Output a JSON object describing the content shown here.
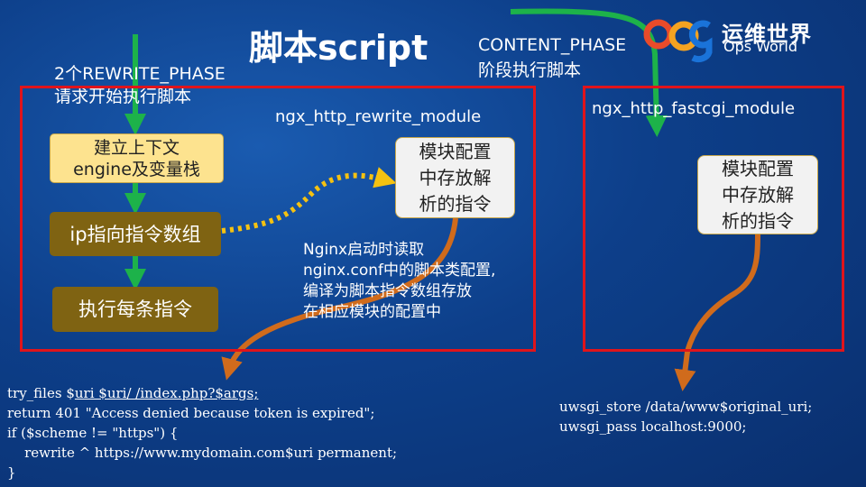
{
  "title": "脚本script",
  "left_phase": {
    "line1": "2个REWRITE_PHASE",
    "line2": "请求开始执行脚本"
  },
  "right_phase": {
    "line1": "CONTENT_PHASE",
    "line2": "阶段执行脚本"
  },
  "logo": {
    "cn": "运维世界",
    "en": "Ops World"
  },
  "modules": {
    "rewrite": "ngx_http_rewrite_module",
    "fastcgi": "ngx_http_fastcgi_module"
  },
  "steps": {
    "step1_line1": "建立上下文",
    "step1_line2": "engine及变量栈",
    "step2": "ip指向指令数组",
    "step3": "执行每条指令"
  },
  "config_note": {
    "line1": "模块配置",
    "line2": "中存放解",
    "line3": "析的指令"
  },
  "description": {
    "line1": "Nginx启动时读取",
    "line2": "nginx.conf中的脚本类配置,",
    "line3": "编译为脚本指令数组存放",
    "line4": "在相应模块的配置中"
  },
  "code_left": {
    "l1_a": "try_files $",
    "l1_b": "uri $uri/ /index.php?$args;",
    "l2": "return 401 \"Access denied because token is expired\";",
    "l3": "if ($scheme != \"https\") {",
    "l4": "    rewrite ^ https://www.mydomain.com$uri permanent;",
    "l5": "}"
  },
  "code_right": {
    "l1": "uwsgi_store /data/www$original_uri;",
    "l2": "uwsgi_pass localhost:9000;"
  },
  "colors": {
    "frame": "#e0141b",
    "arrow_green": "#1db24a",
    "arrow_orange": "#d06b1c",
    "dots": "#f5c211",
    "step_light": "#fde38f",
    "step_dark": "#7f6312"
  }
}
